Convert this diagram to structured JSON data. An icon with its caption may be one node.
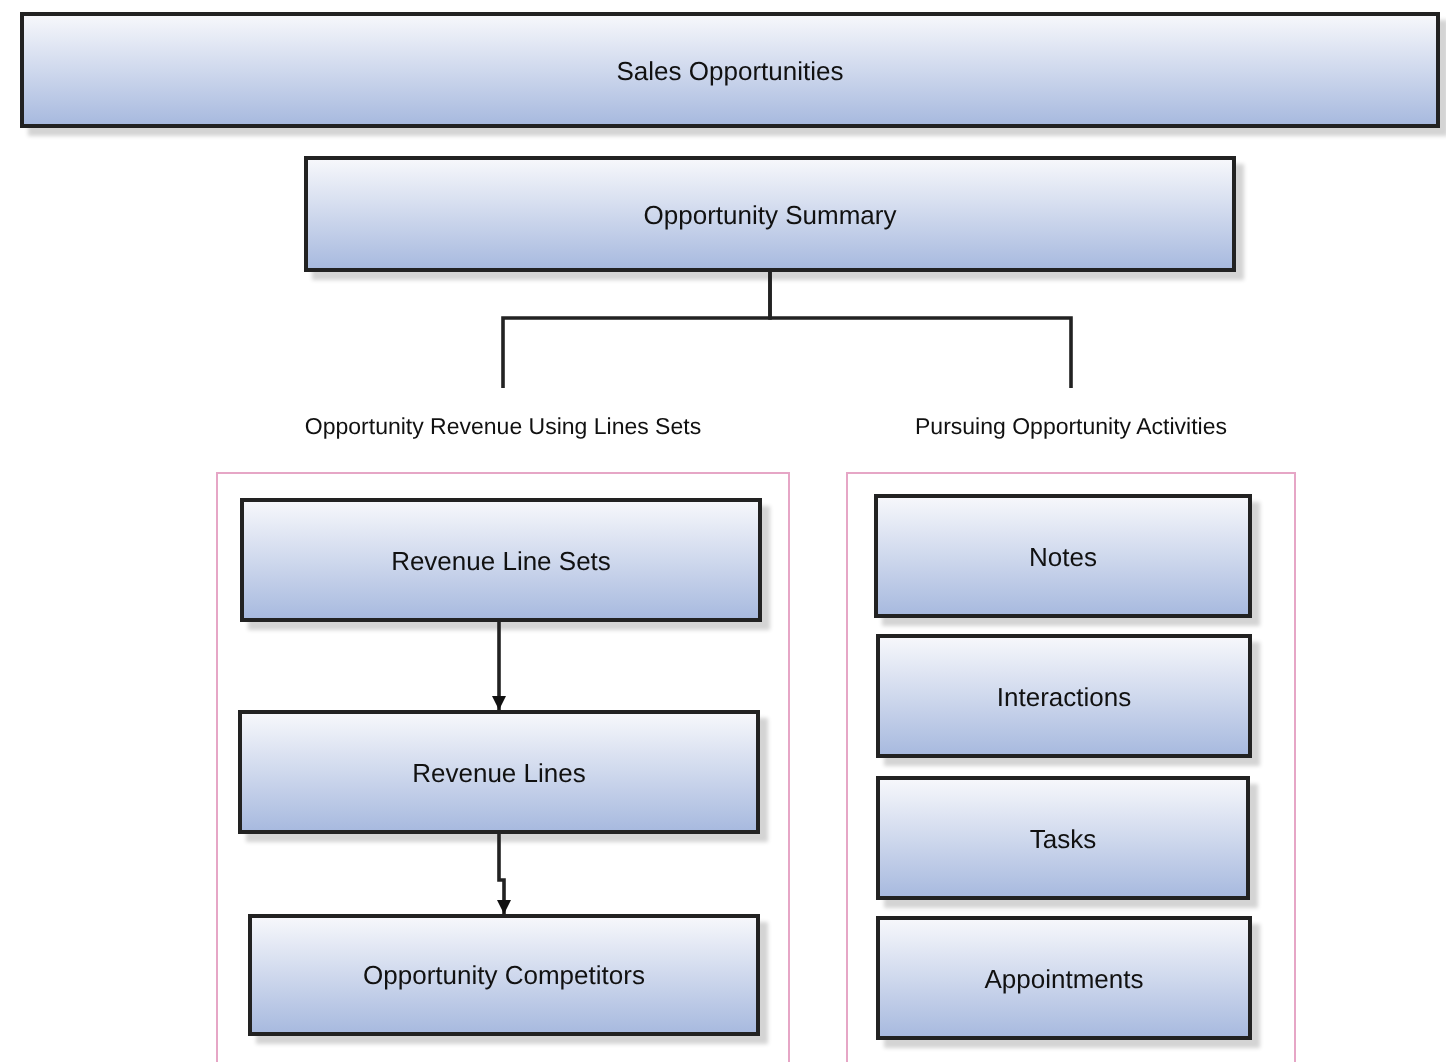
{
  "diagram": {
    "nodes": [
      {
        "text": [
          "Sales Opportunities"
        ]
      },
      {
        "text": [
          "Opportunity Summary"
        ]
      },
      {
        "text": [
          "Opportunity Revenue Using Lines Sets"
        ]
      },
      {
        "text": [
          "Pursuing Opportunity Activities"
        ]
      },
      {
        "text": [
          "Revenue Line Sets"
        ],
        "in": 2
      },
      {
        "text": [
          "Revenue Lines"
        ],
        "in": 2
      },
      {
        "text": [
          "Opportunity Competitors"
        ],
        "in": 2
      },
      {
        "text": [
          "Notes"
        ],
        "in": 3
      },
      {
        "text": [
          "Interactions"
        ],
        "in": 3
      },
      {
        "text": [
          "Tasks"
        ],
        "in": 3
      },
      {
        "text": [
          "Appointments"
        ],
        "in": 3
      }
    ],
    "edges": [
      {
        "from": 1,
        "to": 2,
        "arrow": "none"
      },
      {
        "from": 1,
        "to": 3,
        "arrow": "none"
      },
      {
        "from": 4,
        "to": 5,
        "arrow": "to"
      },
      {
        "from": 5,
        "to": 6,
        "arrow": "to"
      }
    ]
  }
}
